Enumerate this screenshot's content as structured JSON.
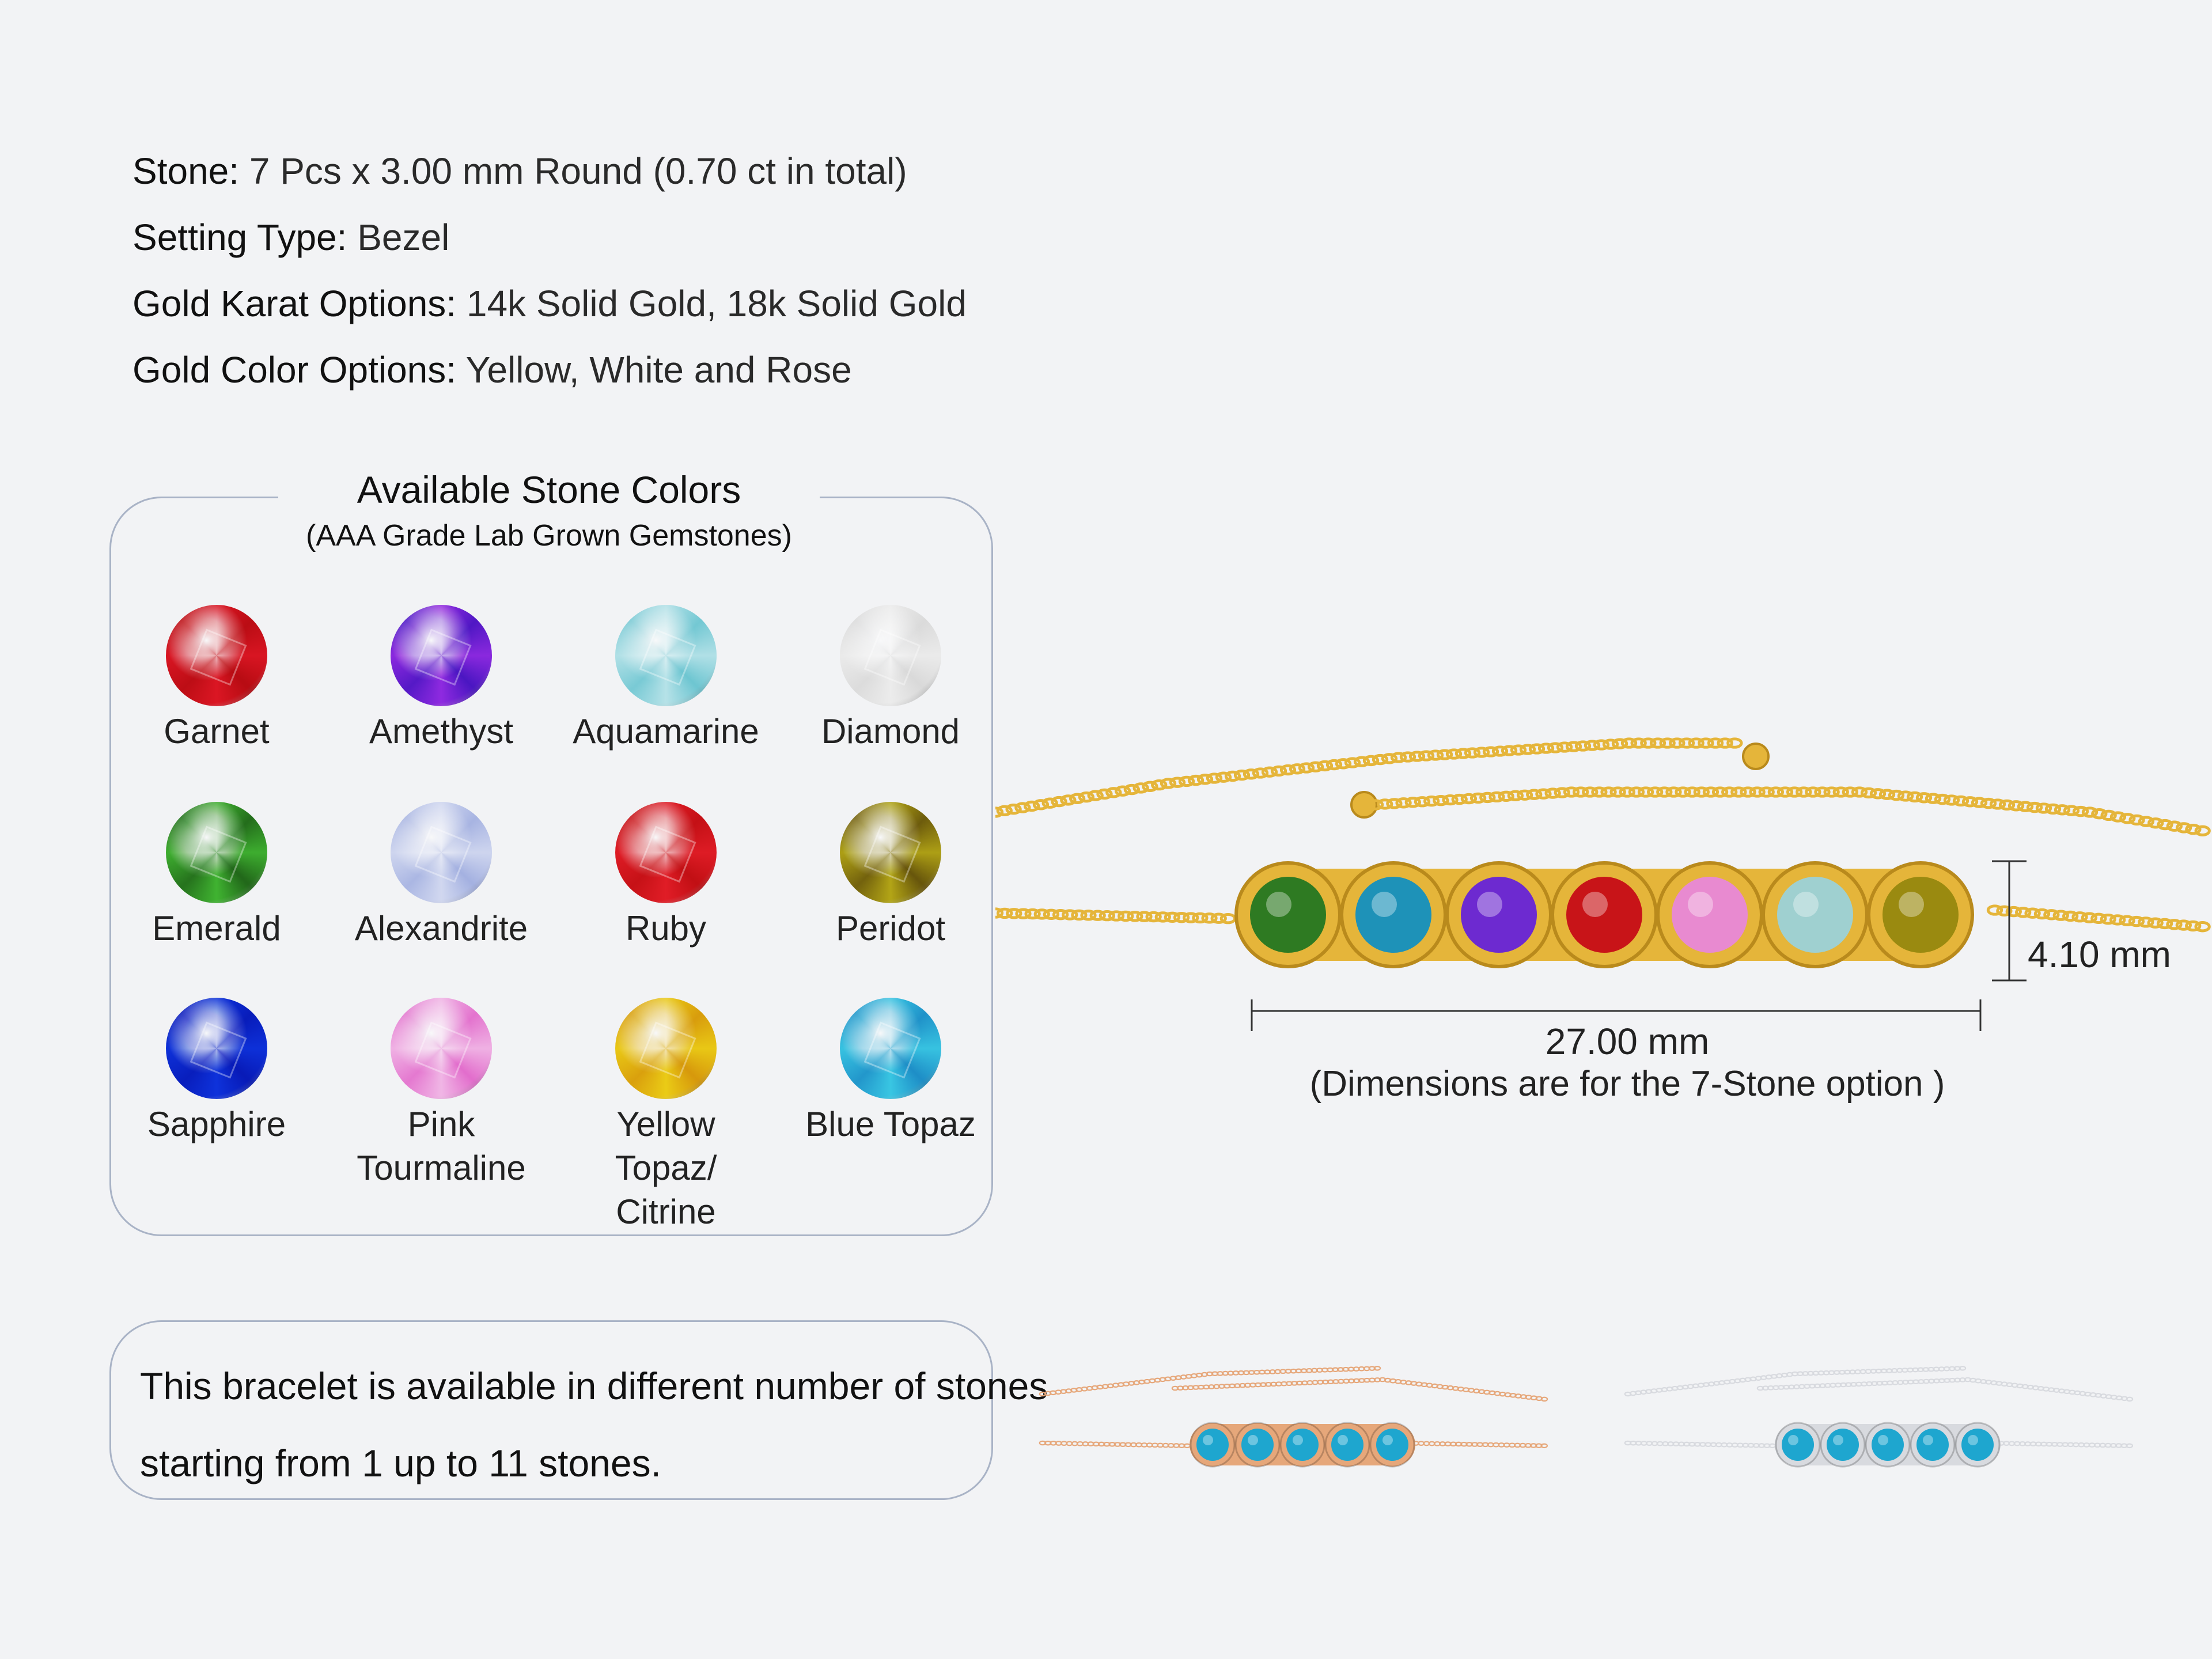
{
  "specs": {
    "stone": {
      "label": "Stone:",
      "value": "7 Pcs x 3.00 mm Round (0.70 ct in total)"
    },
    "setting": {
      "label": "Setting Type:",
      "value": "Bezel"
    },
    "karat": {
      "label": "Gold Karat Options:",
      "value": "14k Solid Gold, 18k Solid Gold"
    },
    "color": {
      "label": "Gold Color Options:",
      "value": "Yellow, White and Rose"
    }
  },
  "stone_panel": {
    "title": "Available Stone Colors",
    "subtitle": "(AAA Grade Lab Grown Gemstones)",
    "stones": [
      {
        "name": "Garnet",
        "color": "#c8101a"
      },
      {
        "name": "Amethyst",
        "color": "#6a1fd0"
      },
      {
        "name": "Aquamarine",
        "color": "#8fd3dc"
      },
      {
        "name": "Diamond",
        "color": "#e2e2e2"
      },
      {
        "name": "Emerald",
        "color": "#2f8a24"
      },
      {
        "name": "Alexandrite",
        "color": "#b9c3e8"
      },
      {
        "name": "Ruby",
        "color": "#d0151c"
      },
      {
        "name": "Peridot",
        "color": "#8a7a10"
      },
      {
        "name": "Sapphire",
        "color": "#0a25c8"
      },
      {
        "name": "Pink Tourmaline",
        "color": "#e98fd8"
      },
      {
        "name": "Yellow Topaz/ Citrine",
        "color": "#e0b010"
      },
      {
        "name": "Blue Topaz",
        "color": "#2aa8d4"
      }
    ]
  },
  "info": {
    "line1": "This bracelet is available in different number of stones",
    "line2": "starting from 1 up to 11 stones."
  },
  "bracelet": {
    "metal_color": "#e5b53a",
    "stones": [
      "#2e7a22",
      "#1e92b8",
      "#6d2ad0",
      "#c81418",
      "#e88ad0",
      "#9fd0d0",
      "#9a8a10"
    ],
    "width_value": "27.00 mm",
    "width_note": "(Dimensions are for the 7-Stone option )",
    "height_value": "4.10 mm"
  },
  "variants": [
    {
      "metal_color": "#e6a77a",
      "stone_color": "#1ea6cf"
    },
    {
      "metal_color": "#d8dadf",
      "stone_color": "#1ea6cf"
    }
  ]
}
